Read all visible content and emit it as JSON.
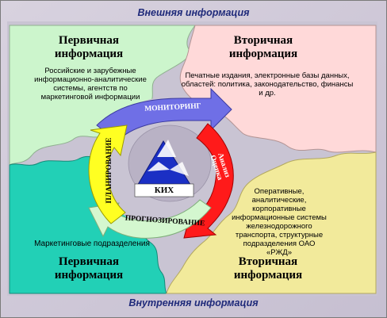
{
  "outer": {
    "top_label": "Внешняя информация",
    "bottom_label": "Внутренняя информация"
  },
  "quadrants": {
    "top_left": {
      "heading": "Первичная информация",
      "description": "Российские и зарубежные информационно-аналитические системы, агентств по маркетинговой информации",
      "color": "#ccf5cc"
    },
    "top_right": {
      "heading": "Вторичная информация",
      "description": "Печатные издания, электронные базы данных, областей: политика, законодательство, финансы и др.",
      "color": "#ffd9d9"
    },
    "bottom_left": {
      "heading": "Первичная информация",
      "description": "Маркетинговые подразделения",
      "color": "#22d0b6"
    },
    "bottom_right": {
      "heading": "Вторичная информация",
      "description": "Оперативные, аналитические, корпоративные информационные системы железнодорожного транспорта, структурные подразделения ОАО «РЖД»",
      "color": "#f2ea9b"
    }
  },
  "cycle": {
    "monitoring": "МОНИТОРИНГ",
    "analysis_line1": "Анализ",
    "analysis_line2": "Оценка",
    "forecasting": "ПРОГНОЗИРОВАНИЕ",
    "planning": "ПЛАНИРОВАНИЕ",
    "center": "КИХ",
    "colors": {
      "monitoring": "#6f6fe6",
      "analysis": "#ff1a1a",
      "forecasting": "#d4f7cf",
      "planning": "#ffff22",
      "pyramid": "#1b2fc4"
    }
  }
}
